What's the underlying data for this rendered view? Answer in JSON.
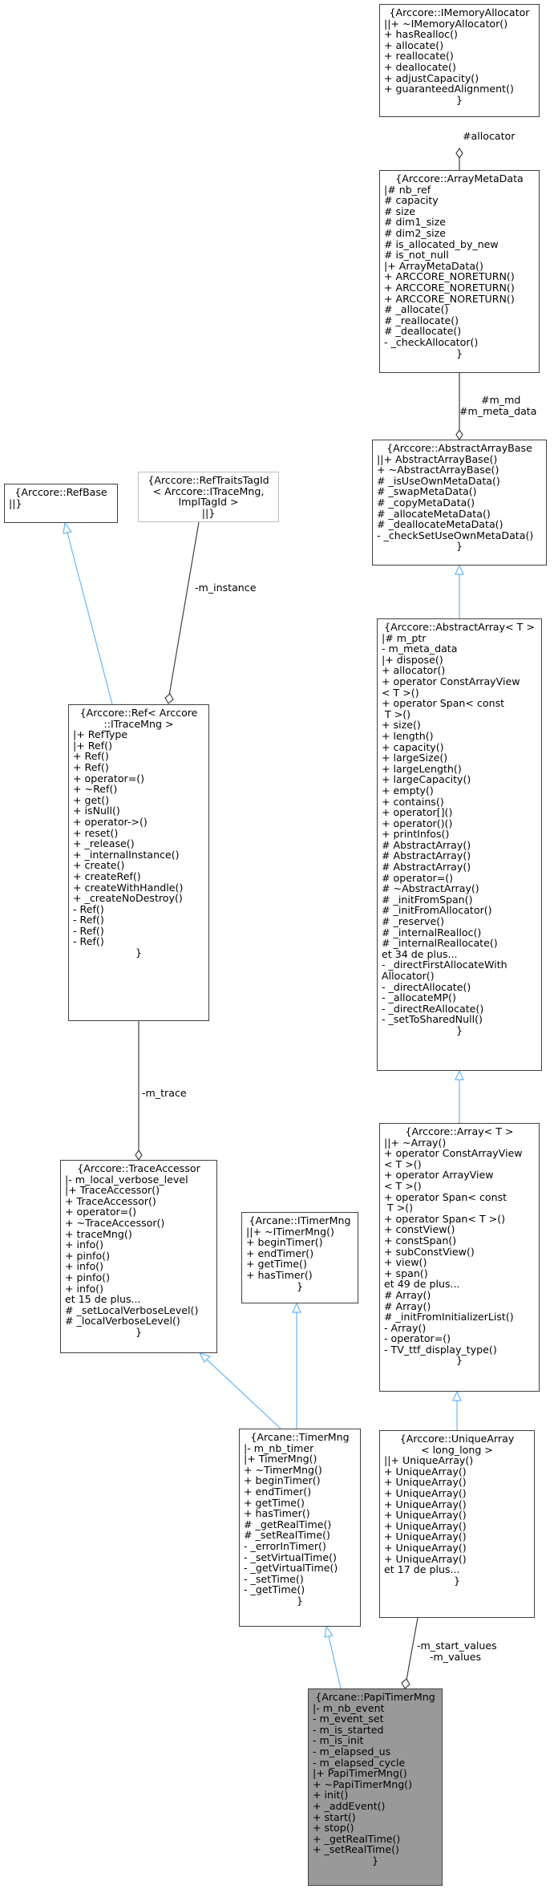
{
  "nodes": {
    "imemory": {
      "lines": [
        "{Arccore::IMemoryAllocator",
        "||+ ~IMemoryAllocator()",
        "+ hasRealloc()",
        "+ allocate()",
        "+ reallocate()",
        "+ deallocate()",
        "+ adjustCapacity()",
        "+ guaranteedAlignment()",
        "}"
      ]
    },
    "arraymeta": {
      "lines": [
        "{Arccore::ArrayMetaData",
        "|# nb_ref",
        "# capacity",
        "# size",
        "# dim1_size",
        "# dim2_size",
        "# is_allocated_by_new",
        "# is_not_null",
        "|+ ArrayMetaData()",
        "+ ARCCORE_NORETURN()",
        "+ ARCCORE_NORETURN()",
        "+ ARCCORE_NORETURN()",
        "# _allocate()",
        "# _reallocate()",
        "# _deallocate()",
        "- _checkAllocator()",
        "}"
      ]
    },
    "abstractbase": {
      "lines": [
        "{Arccore::AbstractArrayBase",
        "||+ AbstractArrayBase()",
        "+ ~AbstractArrayBase()",
        "# _isUseOwnMetaData()",
        "# _swapMetaData()",
        "# _copyMetaData()",
        "# _allocateMetaData()",
        "# _deallocateMetaData()",
        "- _checkSetUseOwnMetaData()",
        "}"
      ]
    },
    "refbase": {
      "lines": [
        "{Arccore::RefBase",
        "||}"
      ]
    },
    "reftraits": {
      "lines": [
        "{Arccore::RefTraitsTagId",
        "< Arccore::ITraceMng,",
        "ImplTagId >",
        "||}"
      ]
    },
    "ref": {
      "lines": [
        "{Arccore::Ref< Arccore",
        "::ITraceMng >",
        "|+ RefType",
        "|+ Ref()",
        "+ Ref()",
        "+ Ref()",
        "+ operator=()",
        "+ ~Ref()",
        "+ get()",
        "+ isNull()",
        "+ operator->()",
        "+ reset()",
        "+ _release()",
        "+ _internalInstance()",
        "+ create()",
        "+ createRef()",
        "+ createWithHandle()",
        "+ _createNoDestroy()",
        "- Ref()",
        "- Ref()",
        "- Ref()",
        "- Ref()",
        "}"
      ]
    },
    "abstractarray": {
      "lines": [
        "{Arccore::AbstractArray< T >",
        "|# m_ptr",
        "- m_meta_data",
        "|+ dispose()",
        "+ allocator()",
        "+ operator ConstArrayView",
        "< T >()",
        "+ operator Span< const",
        " T >()",
        "+ size()",
        "+ length()",
        "+ capacity()",
        "+ largeSize()",
        "+ largeLength()",
        "+ largeCapacity()",
        "+ empty()",
        "+ contains()",
        "+ operator[]()",
        "+ operator()()",
        "+ printInfos()",
        "# AbstractArray()",
        "# AbstractArray()",
        "# AbstractArray()",
        "# operator=()",
        "# ~AbstractArray()",
        "# _initFromSpan()",
        "# _initFromAllocator()",
        "# _reserve()",
        "# _internalRealloc()",
        "# _internalReallocate()",
        "et 34 de plus...",
        "- _directFirstAllocateWith",
        "Allocator()",
        "- _directAllocate()",
        "- _allocateMP()",
        "- _directReAllocate()",
        "- _setToSharedNull()",
        "}"
      ]
    },
    "traceaccessor": {
      "lines": [
        "{Arccore::TraceAccessor",
        "|- m_local_verbose_level",
        "|+ TraceAccessor()",
        "+ TraceAccessor()",
        "+ operator=()",
        "+ ~TraceAccessor()",
        "+ traceMng()",
        "+ info()",
        "+ pinfo()",
        "+ info()",
        "+ pinfo()",
        "+ info()",
        "et 15 de plus...",
        "# _setLocalVerboseLevel()",
        "# _localVerboseLevel()",
        "}"
      ]
    },
    "itimermng": {
      "lines": [
        "{Arcane::ITimerMng",
        "||+ ~ITimerMng()",
        "+ beginTimer()",
        "+ endTimer()",
        "+ getTime()",
        "+ hasTimer()",
        "}"
      ]
    },
    "array": {
      "lines": [
        "{Arccore::Array< T >",
        "||+ ~Array()",
        "+ operator ConstArrayView",
        "< T >()",
        "+ operator ArrayView",
        "< T >()",
        "+ operator Span< const",
        " T >()",
        "+ operator Span< T >()",
        "+ constView()",
        "+ constSpan()",
        "+ subConstView()",
        "+ view()",
        "+ span()",
        "et 49 de plus...",
        "# Array()",
        "# Array()",
        "# _initFromInitializerList()",
        "- Array()",
        "- operator=()",
        "- TV_ttf_display_type()",
        "}"
      ]
    },
    "timermng": {
      "lines": [
        "{Arcane::TimerMng",
        "|- m_nb_timer",
        "|+ TimerMng()",
        "+ ~TimerMng()",
        "+ beginTimer()",
        "+ endTimer()",
        "+ getTime()",
        "+ hasTimer()",
        "# _getRealTime()",
        "# _setRealTime()",
        "- _errorInTimer()",
        "- _setVirtualTime()",
        "- _getVirtualTime()",
        "- _setTime()",
        "- _getTime()",
        "}"
      ]
    },
    "uniquearray": {
      "lines": [
        "{Arccore::UniqueArray",
        "< long_long >",
        "||+ UniqueArray()",
        "+ UniqueArray()",
        "+ UniqueArray()",
        "+ UniqueArray()",
        "+ UniqueArray()",
        "+ UniqueArray()",
        "+ UniqueArray()",
        "+ UniqueArray()",
        "+ UniqueArray()",
        "+ UniqueArray()",
        "et 17 de plus...",
        "}"
      ]
    },
    "papitimer": {
      "lines": [
        "{Arcane::PapiTimerMng",
        "|- m_nb_event",
        "- m_event_set",
        "- m_is_started",
        "- m_is_init",
        "- m_elapsed_us",
        "- m_elapsed_cycle",
        "|+ PapiTimerMng()",
        "+ ~PapiTimerMng()",
        "+ init()",
        "+ _addEvent()",
        "+ start()",
        "+ stop()",
        "+ _getRealTime()",
        "+ _setRealTime()",
        "}"
      ]
    }
  },
  "edge_labels": {
    "allocator": "#allocator",
    "md": "#m_md",
    "meta_data": "#m_meta_data",
    "instance": "-m_instance",
    "trace": "-m_trace",
    "start_values": "-m_start_values",
    "values": "-m_values"
  },
  "colors": {
    "inheritance_edge": "#63b8ff",
    "composition_edge": "#404040",
    "node_border": "#404040",
    "focus_fill": "#999999"
  }
}
